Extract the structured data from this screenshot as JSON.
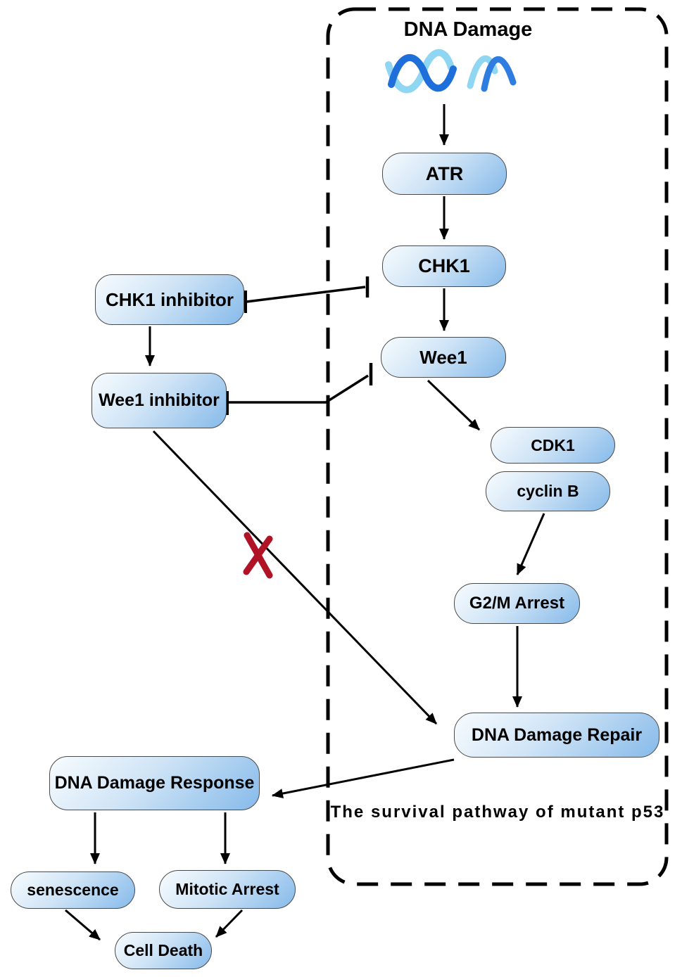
{
  "diagram": {
    "title": "The survival pathway of mutant p53",
    "top_label": "DNA Damage",
    "nodes": {
      "atr": "ATR",
      "chk1": "CHK1",
      "chk1_inhibitor": "CHK1 inhibitor",
      "wee1": "Wee1",
      "wee1_inhibitor": "Wee1 inhibitor",
      "cdk1": "CDK1",
      "cyclin_b": "cyclin B",
      "g2m_arrest": "G2/M Arrest",
      "dna_damage_repair": "DNA Damage Repair",
      "dna_damage_response": "DNA Damage Response",
      "senescence": "senescence",
      "mitotic_arrest": "Mitotic Arrest",
      "cell_death": "Cell Death"
    },
    "colors": {
      "node_gradient_start": "#f8fcfe",
      "node_gradient_mid": "#cfe4f6",
      "node_gradient_end": "#86baea",
      "node_border": "#4a4a4a",
      "connector": "#000000",
      "inhibit_cross": "#b01226",
      "dna_strand_dark": "#1e6fd9",
      "dna_strand_light": "#8fd6f2",
      "dashed_boundary": "#000000"
    }
  }
}
